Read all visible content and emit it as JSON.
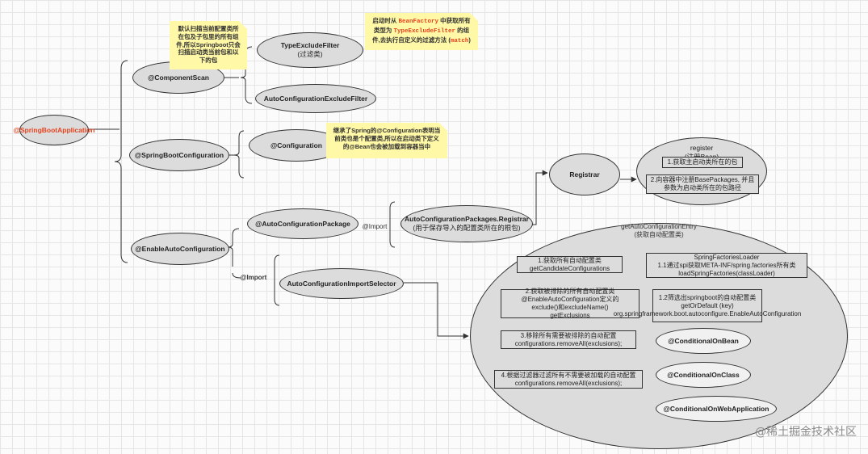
{
  "root": "@SpringBootApplication",
  "component_scan": "@ComponentScan",
  "type_exclude_filter": "TypeExcludeFilter",
  "type_exclude_filter_sub": "(过滤类)",
  "auto_config_exclude_filter": "AutoConfigurationExcludeFilter",
  "note_scan": "默认扫描当前配置类所在包及子包里的所有组件,所以Springboot只会扫描启动类当前包和以下的包",
  "note_filter": {
    "p1": "启动时从 ",
    "bean_factory": "BeanFactory",
    "p2": " 中获取所有类型为 ",
    "type_exclude": "TypeExcludeFilter",
    "p3": " 的组件,去执行自定义的过滤方法 (",
    "match": "match",
    "p4": ")"
  },
  "sb_configuration": "@SpringBootConfiguration",
  "configuration": "@Configuration",
  "note_config": "继承了Spring的@Configuration表明当前类也是个配置类,所以在启动类下定义的@Bean也会被加载到容器当中",
  "enable_auto_config": "@EnableAutoConfiguration",
  "auto_config_package": "@AutoConfigurationPackage",
  "import_label_1": "@Import",
  "packages_registrar": "AutoConfigurationPackages.Registrar",
  "packages_registrar_sub": "(用于保存导入的配置类所在的根包)",
  "registrar": "Registrar",
  "register_title": "register",
  "register_sub": "(注册Bean)",
  "register_step1": "1.获取主启动类所在的包",
  "register_step2": "2.向容器中注册BasePackages, 并且参数为启动类所在的包路径",
  "import_label_2": "@Import",
  "import_selector": "AutoConfigurationImportSelector",
  "entry_title": "getAutoConfigurationEntry",
  "entry_sub": "(获取自动配置类)",
  "step1": "1.获取所有自动配置类\ngetCandidateConfigurations",
  "step2": "2.获取被排除的所有自动配置类\n@EnableAutoConfiguration定义的\nexclude()和excludeName()\ngetExclusions",
  "step3": "3.移除所有需要被排除的自动配置\nconfigurations.removeAll(exclusions);",
  "step4": "4.根据过滤器过滤所有不需要被加载的自动配置\nconfigurations.removeAll(exclusions);",
  "loader": "SpringFactoriesLoader\n1.1通过spi获取META-INF/spring.factories所有类\nloadSpringFactories(classLoader)",
  "filter_step": "1.2筛选出springboot的自动配置类\ngetOrDefault (key)\norg.springframework.boot.autoconfigure.EnableAutoConfiguration",
  "cond_bean": "@ConditionalOnBean",
  "cond_class": "@ConditionalOnClass",
  "cond_web": "@ConditionalOnWebApplication",
  "watermark": "@稀土掘金技术社区"
}
